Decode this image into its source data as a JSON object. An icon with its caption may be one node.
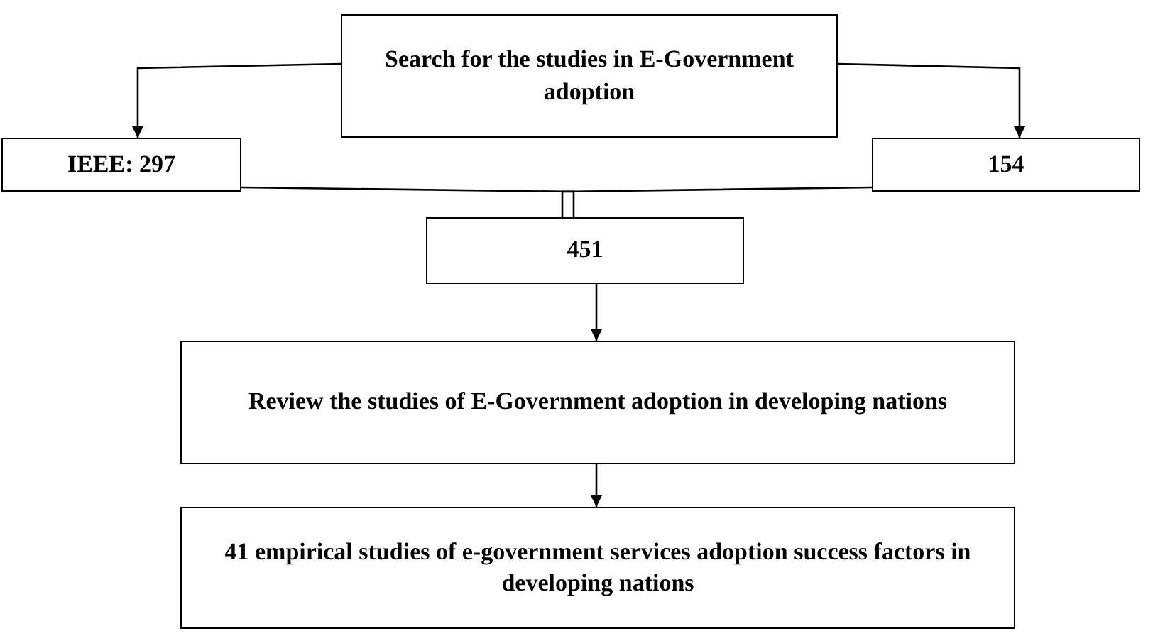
{
  "diagram": {
    "nodes": [
      {
        "text": [
          "Search for the studies in E-Government adoption"
        ]
      },
      {
        "text": [
          "IEEE: 297"
        ]
      },
      {
        "text": [
          "154"
        ]
      },
      {
        "text": [
          "451"
        ]
      },
      {
        "text": [
          "Review the studies of E-Government adoption in developing nations"
        ]
      },
      {
        "text": [
          "41 empirical studies of e-government services adoption success factors in developing nations"
        ]
      }
    ],
    "edges": [
      {
        "from": 0,
        "to": 1,
        "arrow": "to"
      },
      {
        "from": 0,
        "to": 2,
        "arrow": "to"
      },
      {
        "from": 1,
        "to": 3,
        "arrow": "none"
      },
      {
        "from": 2,
        "to": 3,
        "arrow": "none"
      },
      {
        "from": 3,
        "to": 4,
        "arrow": "to"
      },
      {
        "from": 4,
        "to": 5,
        "arrow": "to"
      }
    ]
  }
}
